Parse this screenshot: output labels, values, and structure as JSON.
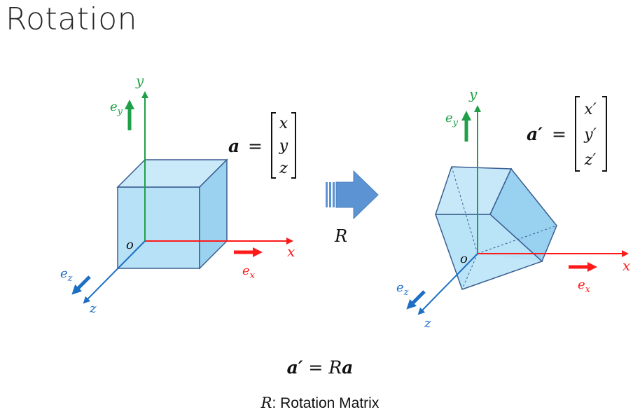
{
  "title": "Rotation",
  "colors": {
    "y_axis": "#1fa048",
    "x_axis": "#ff1a1a",
    "z_axis": "#1d6fc4",
    "cube_fill": "#a9dcf5",
    "cube_edge": "#3a5f92",
    "arrow": "#5b93d3"
  },
  "left": {
    "axis_y": "y",
    "axis_x": "x",
    "axis_z": "z",
    "origin": "o",
    "unit_y": "e",
    "unit_y_sub": "y",
    "unit_x": "e",
    "unit_x_sub": "x",
    "unit_z": "e",
    "unit_z_sub": "z",
    "vector": "a",
    "equals": "=",
    "components": [
      "x",
      "y",
      "z"
    ]
  },
  "transform": {
    "label": "R"
  },
  "right": {
    "axis_y": "y",
    "axis_x": "x",
    "axis_z": "z",
    "origin": "o",
    "unit_y": "e",
    "unit_y_sub": "y",
    "unit_x": "e",
    "unit_x_sub": "x",
    "unit_z": "e",
    "unit_z_sub": "z",
    "vector": "a′",
    "equals": "=",
    "components": [
      "x′",
      "y′",
      "z′"
    ]
  },
  "equation": {
    "lhs": "a′",
    "equals": "=",
    "rhs_op": "R",
    "rhs_vec": "a"
  },
  "caption": {
    "symbol": "R",
    "text": ": Rotation Matrix"
  }
}
